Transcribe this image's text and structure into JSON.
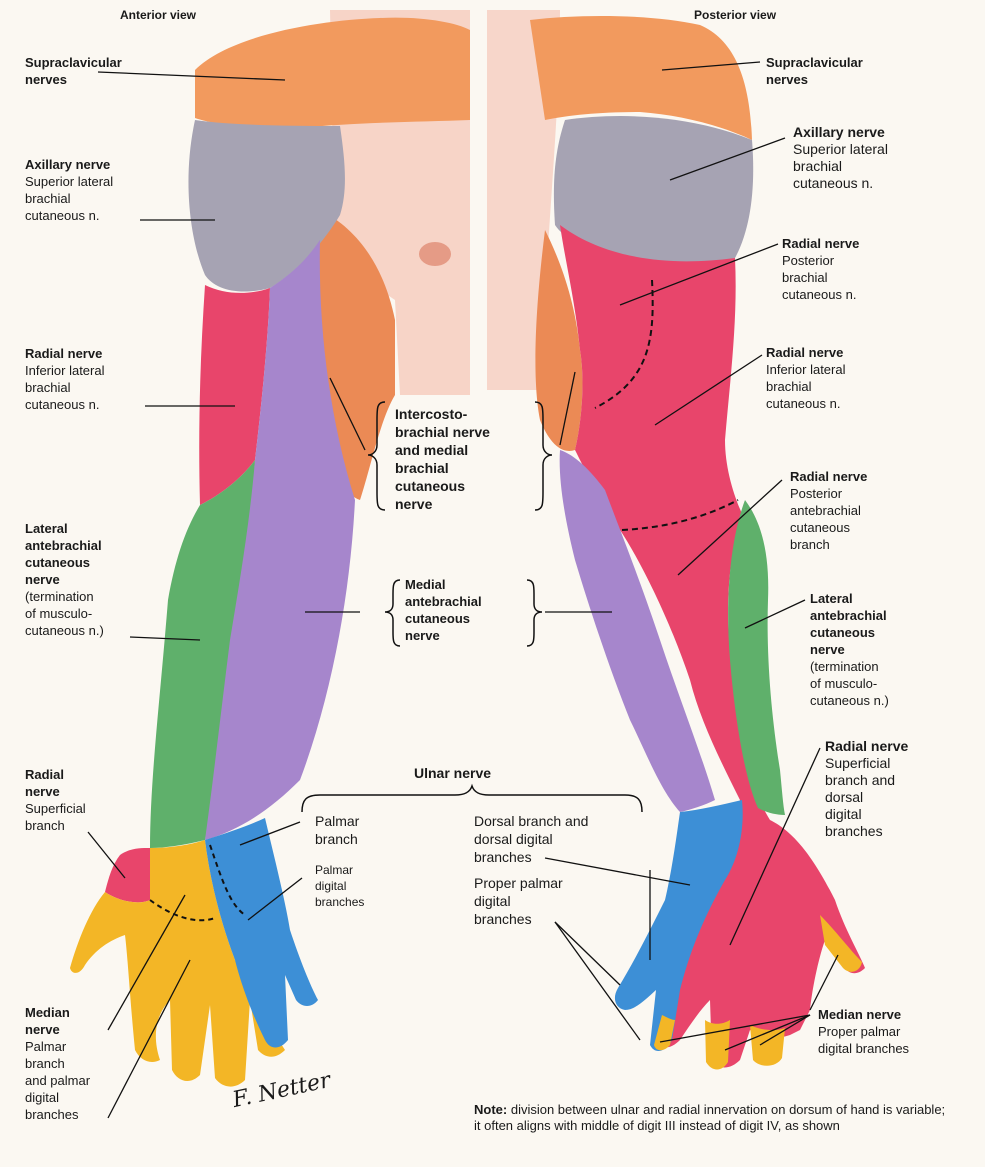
{
  "views": {
    "anterior": "Anterior view",
    "posterior": "Posterior view"
  },
  "labels": {
    "supraclavicular_left": {
      "title": "Supraclavicular\nnerves"
    },
    "supraclavicular_right": {
      "title": "Supraclavicular\nnerves"
    },
    "axillary_left": {
      "title": "Axillary nerve",
      "desc": "Superior lateral\nbrachial\ncutaneous n."
    },
    "axillary_right": {
      "title": "Axillary nerve",
      "desc": "Superior lateral\nbrachial\ncutaneous n."
    },
    "radial_inferior_left": {
      "title": "Radial nerve",
      "desc": "Inferior lateral\nbrachial\ncutaneous n."
    },
    "radial_posterior_brachial": {
      "title": "Radial nerve",
      "desc": "Posterior\nbrachial\ncutaneous n."
    },
    "radial_inferior_right": {
      "title": "Radial nerve",
      "desc": "Inferior lateral\nbrachial\ncutaneous n."
    },
    "radial_posterior_antebrachial": {
      "title": "Radial nerve",
      "desc": "Posterior\nantebrachial\ncutaneous\nbranch"
    },
    "lateral_antebrachial_left": {
      "title": "Lateral\nantebrachial\ncutaneous\nnerve",
      "desc": "(termination\nof musculo-\ncutaneous n.)"
    },
    "lateral_antebrachial_right": {
      "title": "Lateral\nantebrachial\ncutaneous\nnerve",
      "desc": "(termination\nof musculo-\ncutaneous n.)"
    },
    "radial_superficial_left": {
      "title": "Radial\nnerve",
      "desc": "Superficial\nbranch"
    },
    "radial_superficial_right": {
      "title": "Radial nerve",
      "desc": "Superficial\nbranch and\ndorsal\ndigital\nbranches"
    },
    "median_left": {
      "title": "Median\nnerve",
      "desc": "Palmar\nbranch\nand palmar\ndigital\nbranches"
    },
    "median_right": {
      "title": "Median nerve",
      "desc": "Proper palmar\ndigital branches"
    },
    "intercostobrachial": "Intercosto-\nbrachial nerve\nand medial\nbrachial\ncutaneous\nnerve",
    "medial_antebrachial": "Medial\nantebrachial\ncutaneous\nnerve",
    "ulnar_title": "Ulnar nerve",
    "palmar_branch": "Palmar\nbranch",
    "palmar_digital": "Palmar\ndigital\nbranches",
    "dorsal_branch": "Dorsal branch and\ndorsal digital\nbranches",
    "proper_palmar": "Proper palmar\ndigital\nbranches"
  },
  "note": {
    "label": "Note:",
    "text": "division between ulnar and radial innervation on dorsum of hand is variable; it often aligns with middle of digit III instead of digit IV, as shown"
  },
  "signature": "F. Netter",
  "colors": {
    "supraclavicular": "#f29a5e",
    "axillary": "#a6a3b3",
    "radial": "#e8456b",
    "lateral_antebrachial": "#5fb06b",
    "medial": "#a686cc",
    "intercostobrachial": "#eb8a55",
    "ulnar": "#3d8fd6",
    "median": "#f3b626",
    "skin": "#f7d5c9"
  }
}
